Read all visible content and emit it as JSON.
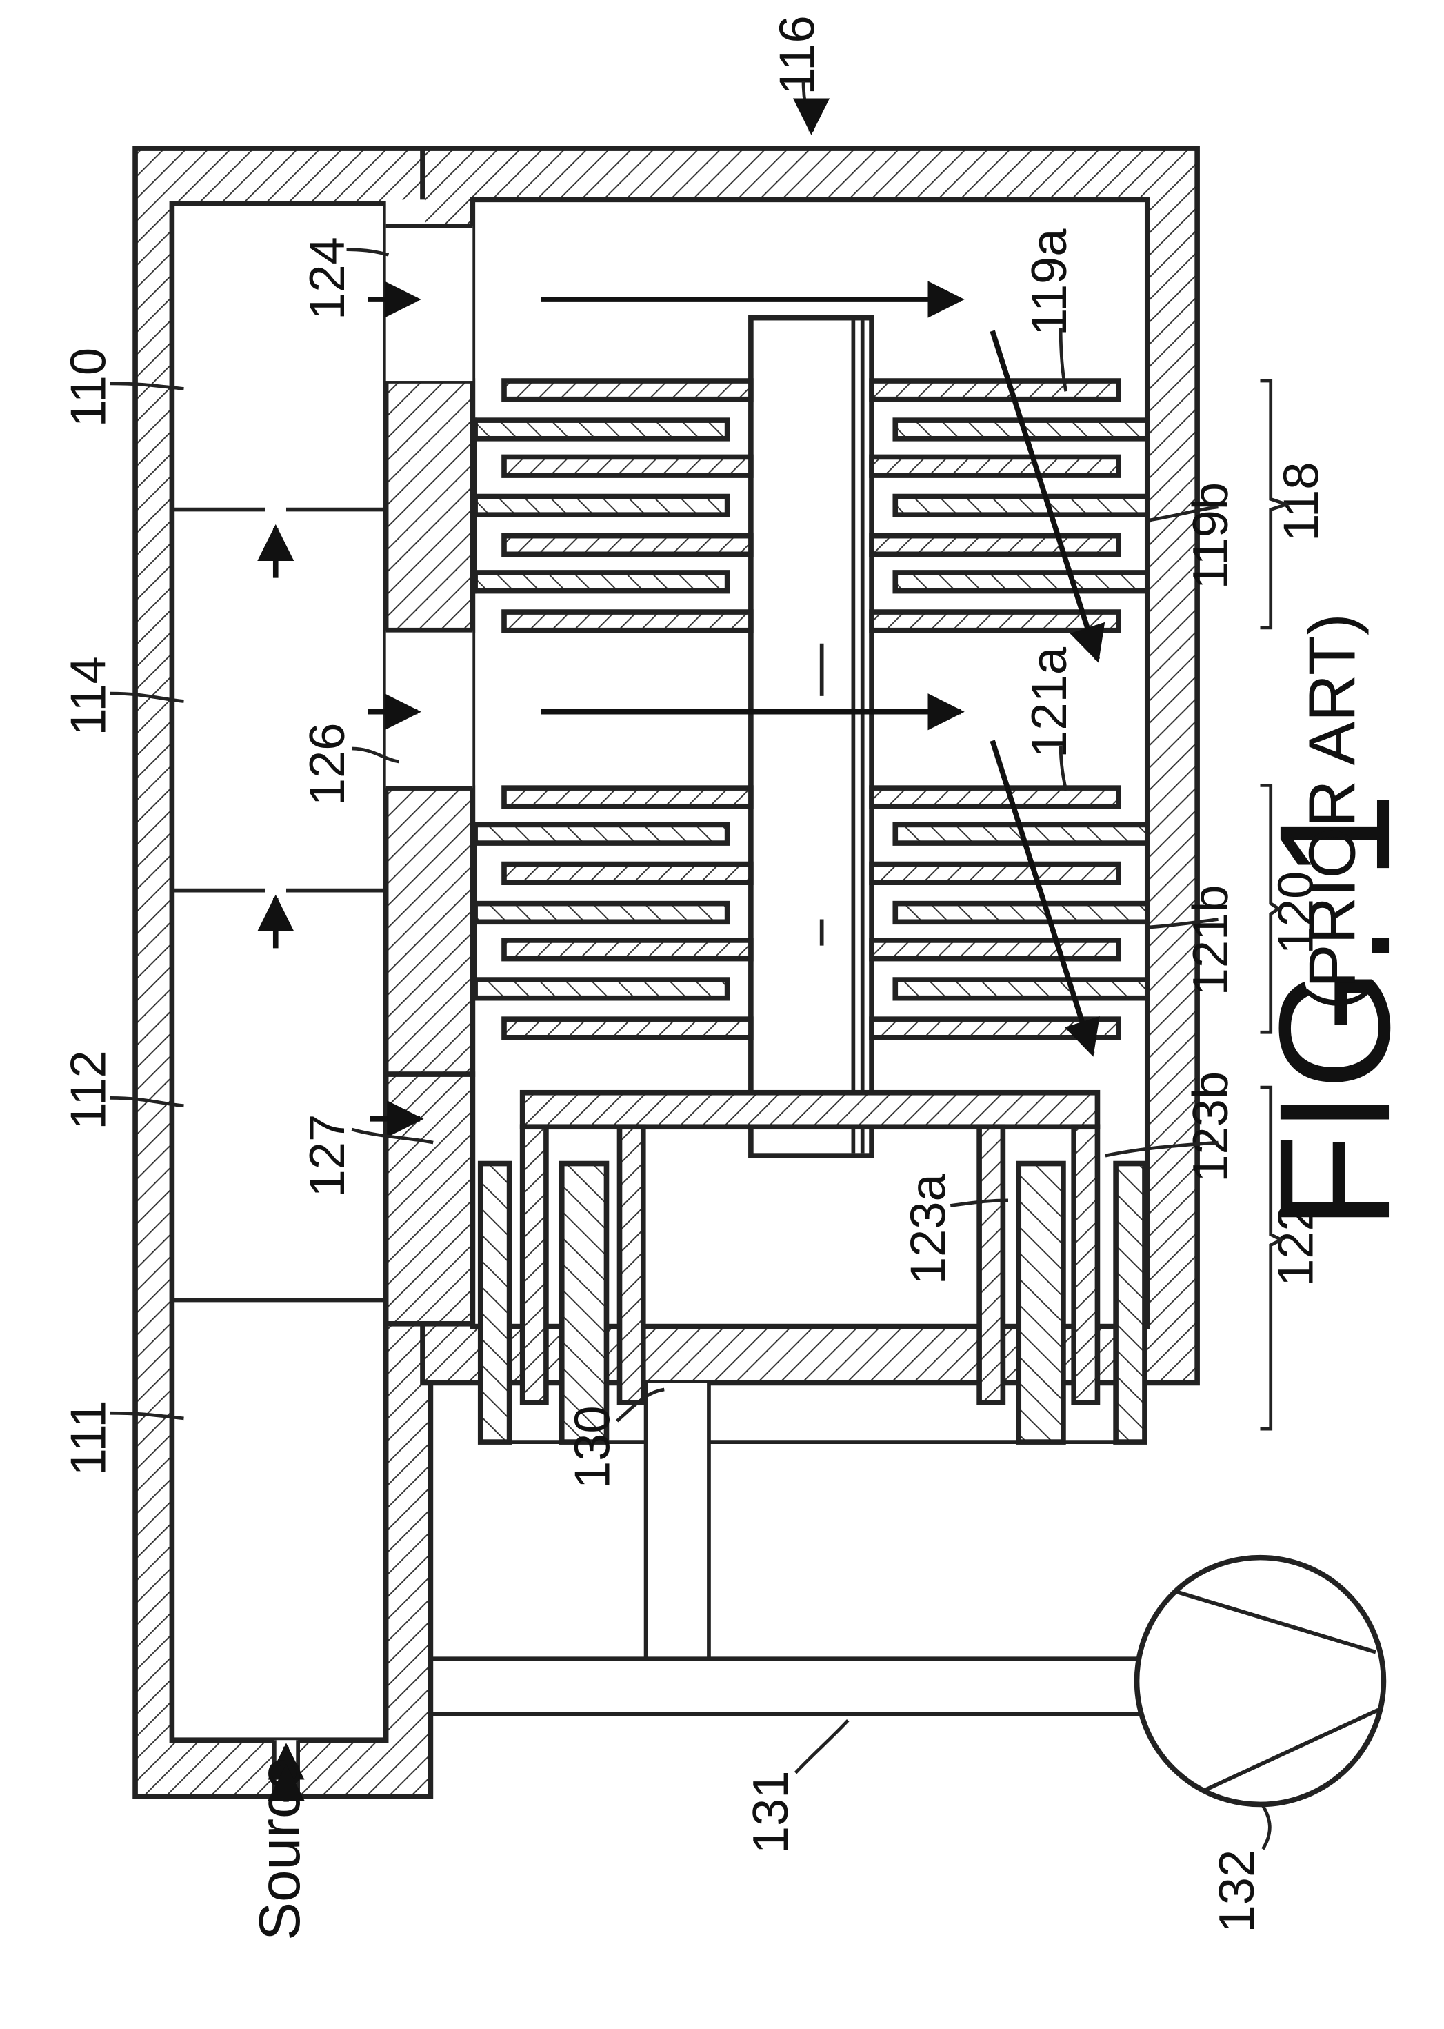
{
  "labels": {
    "l116": "116",
    "l110": "110",
    "l114": "114",
    "l112": "112",
    "l111": "111",
    "l124": "124",
    "l126": "126",
    "l127": "127",
    "l130": "130",
    "l131": "131",
    "l132": "132",
    "l119a": "119a",
    "l119b": "119b",
    "l118": "118",
    "l121a": "121a",
    "l121b": "121b",
    "l120": "120",
    "l123a": "123a",
    "l123b": "123b",
    "l122": "122",
    "source": "Source"
  },
  "figure": {
    "title": "FIG. 1",
    "subtitle": "(PRIOR ART)"
  }
}
